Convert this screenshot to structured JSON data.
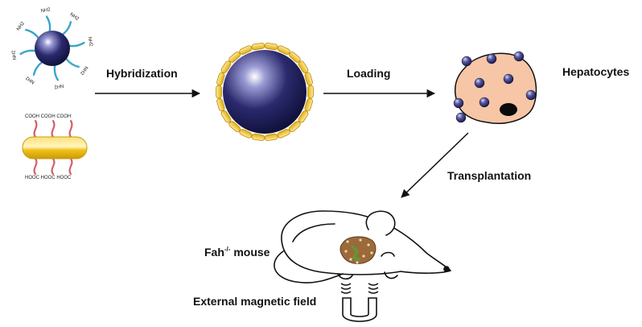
{
  "labels": {
    "hybridization": "Hybridization",
    "loading": "Loading",
    "hepatocytes": "Hepatocytes",
    "transplantation": "Transplantation",
    "mouse_name": "Fah",
    "mouse_sup": "-/-",
    "mouse_word": " mouse",
    "magnetic_field": "External magnetic field"
  },
  "chemistry": {
    "amine": "NH2",
    "carboxyl_top": "COOH COOH COOH",
    "carboxyl_bottom": "HOOC HOOC HOOC"
  },
  "colors": {
    "nanoparticle": "#2a2a6e",
    "linker": "#3aa6c8",
    "nanorod": "#f2c21a",
    "rod_linker": "#d2606a",
    "cell": "#f6c6a6",
    "liver": "#9c6a3a",
    "liver_green": "#58a032"
  }
}
